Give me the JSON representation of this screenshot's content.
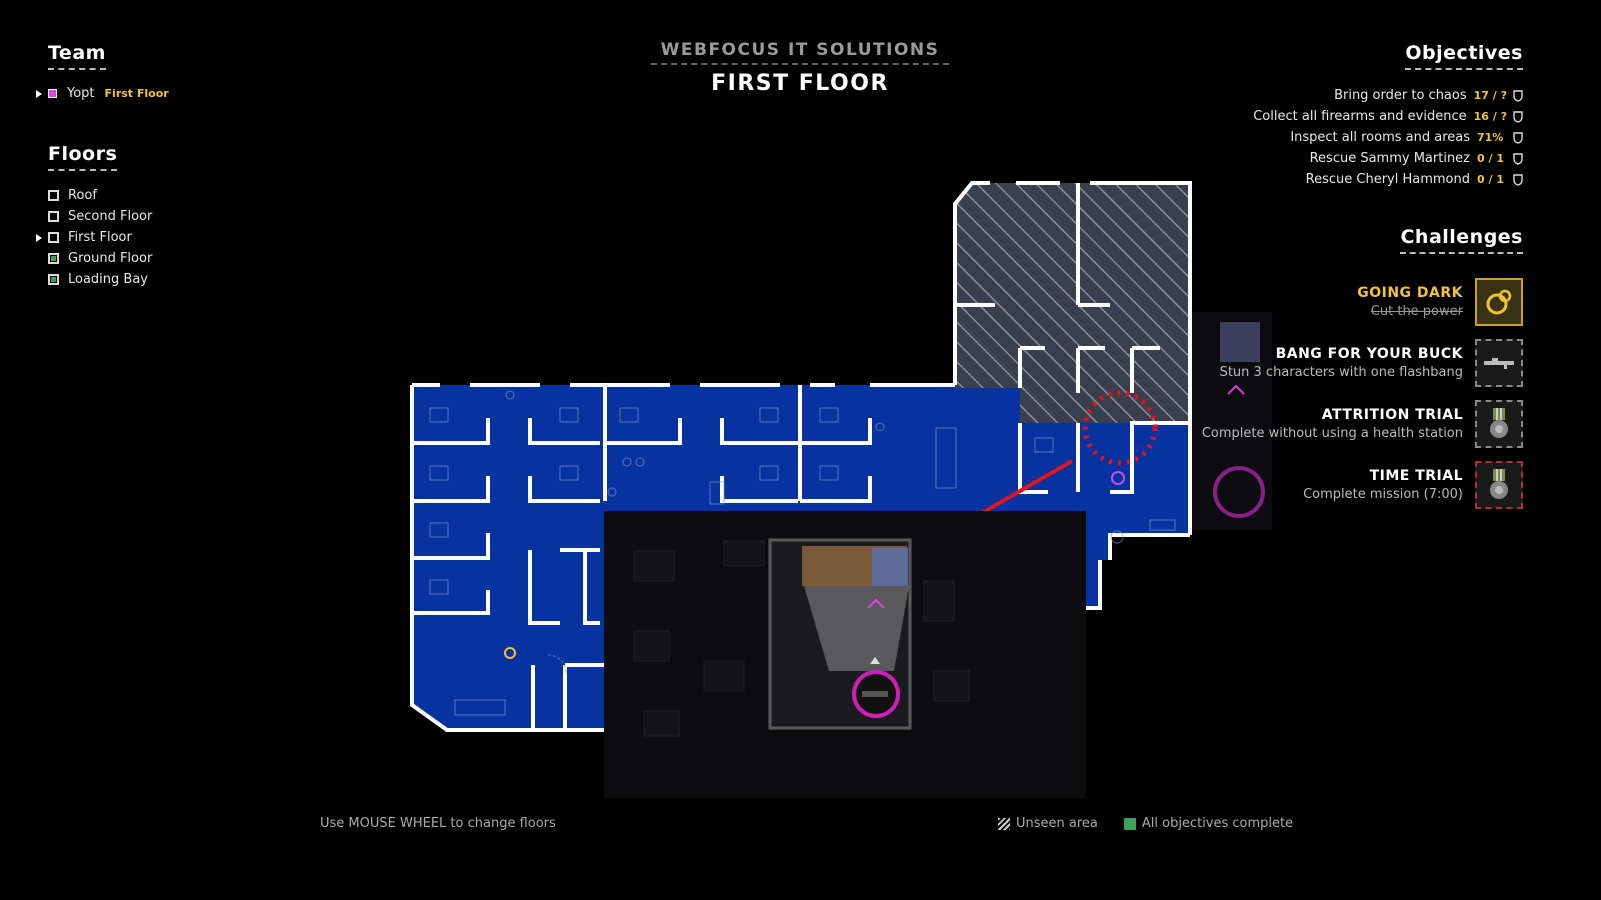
{
  "team": {
    "title": "Team",
    "members": [
      {
        "name": "Yopt",
        "floor": "First Floor",
        "color": "#e83ee8"
      }
    ]
  },
  "floors": {
    "title": "Floors",
    "items": [
      {
        "label": "Roof",
        "current": false,
        "complete": false
      },
      {
        "label": "Second Floor",
        "current": false,
        "complete": false
      },
      {
        "label": "First Floor",
        "current": true,
        "complete": false
      },
      {
        "label": "Ground Floor",
        "current": false,
        "complete": true
      },
      {
        "label": "Loading Bay",
        "current": false,
        "complete": true
      }
    ]
  },
  "header": {
    "company": "WEBFOCUS IT SOLUTIONS",
    "floor": "FIRST FLOOR"
  },
  "objectives": {
    "title": "Objectives",
    "items": [
      {
        "label": "Bring order to chaos",
        "count": "17 / ?"
      },
      {
        "label": "Collect all firearms and evidence",
        "count": "16 / ?"
      },
      {
        "label": "Inspect all rooms and areas",
        "count": "71%"
      },
      {
        "label": "Rescue Sammy Martinez",
        "count": "0 / 1"
      },
      {
        "label": "Rescue Cheryl Hammond",
        "count": "0 / 1"
      }
    ]
  },
  "challenges": {
    "title": "Challenges",
    "items": [
      {
        "name": "GOING DARK",
        "desc": "Cut the power",
        "completed": true,
        "icon": "power-gear-icon"
      },
      {
        "name": "BANG FOR YOUR BUCK",
        "desc": "Stun 3 characters with one flashbang",
        "completed": false,
        "icon": "rifle-icon"
      },
      {
        "name": "ATTRITION TRIAL",
        "desc": "Complete without using a health station",
        "completed": false,
        "icon": "medal-icon"
      },
      {
        "name": "TIME TRIAL",
        "desc": "Complete mission (7:00)",
        "completed": false,
        "icon": "medal-red-icon"
      }
    ]
  },
  "footer": {
    "hint": "Use MOUSE WHEEL to change floors",
    "legend_unseen": "Unseen area",
    "legend_complete": "All objectives complete"
  },
  "colors": {
    "map_blue": "#0633a0",
    "gold": "#f2c335",
    "green": "#3fa05a",
    "magenta": "#e83ee8",
    "marker_red": "#e0141c"
  }
}
